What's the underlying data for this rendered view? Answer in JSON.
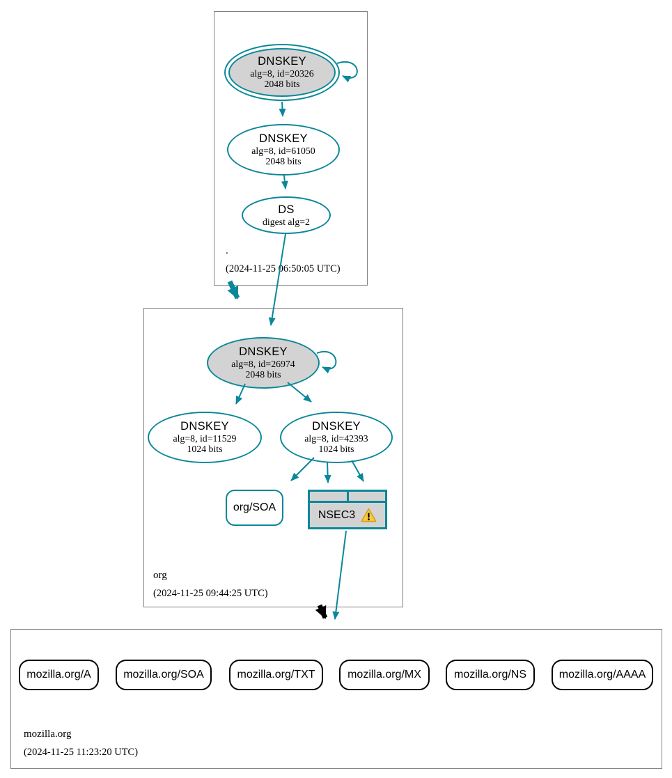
{
  "colors": {
    "secure_teal": "#0a879a",
    "insecure_black": "#000000",
    "node_fill_gray": "#d3d3d3",
    "zone_border_gray": "#808080",
    "warning_fill": "#f8cc3c",
    "warning_border": "#d99e18"
  },
  "zones": {
    "root": {
      "label": ".",
      "timestamp": "(2024-11-25 06:50:05 UTC)",
      "nodes": {
        "ksk": {
          "title": "DNSKEY",
          "detail": "alg=8, id=20326",
          "bits": "2048 bits"
        },
        "zsk": {
          "title": "DNSKEY",
          "detail": "alg=8, id=61050",
          "bits": "2048 bits"
        },
        "ds": {
          "title": "DS",
          "detail": "digest alg=2"
        }
      }
    },
    "org": {
      "label": "org",
      "timestamp": "(2024-11-25 09:44:25 UTC)",
      "nodes": {
        "ksk": {
          "title": "DNSKEY",
          "detail": "alg=8, id=26974",
          "bits": "2048 bits"
        },
        "zsk1": {
          "title": "DNSKEY",
          "detail": "alg=8, id=11529",
          "bits": "1024 bits"
        },
        "zsk2": {
          "title": "DNSKEY",
          "detail": "alg=8, id=42393",
          "bits": "1024 bits"
        },
        "soa": {
          "label": "org/SOA"
        },
        "nsec3": {
          "label": "NSEC3"
        }
      }
    },
    "mozilla": {
      "label": "mozilla.org",
      "timestamp": "(2024-11-25 11:23:20 UTC)",
      "rrsets": [
        {
          "label": "mozilla.org/A"
        },
        {
          "label": "mozilla.org/SOA"
        },
        {
          "label": "mozilla.org/TXT"
        },
        {
          "label": "mozilla.org/MX"
        },
        {
          "label": "mozilla.org/NS"
        },
        {
          "label": "mozilla.org/AAAA"
        }
      ]
    }
  },
  "icons": {
    "warning": "⚠"
  }
}
